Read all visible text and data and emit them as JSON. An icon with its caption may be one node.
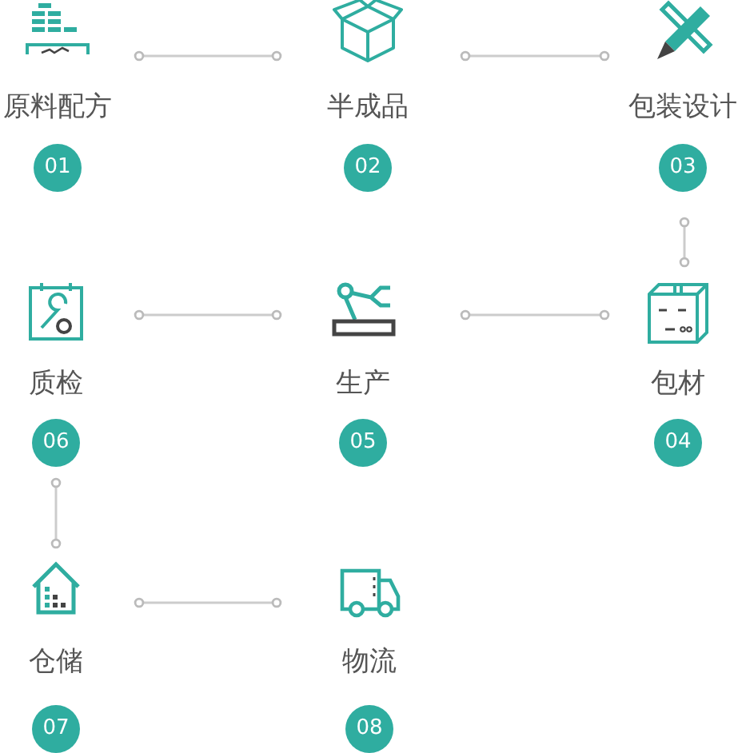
{
  "diagram": {
    "nodes": [
      {
        "text": [
          "原料配方",
          "01"
        ]
      },
      {
        "text": [
          "半成品",
          "02"
        ]
      },
      {
        "text": [
          "包装设计",
          "03"
        ]
      },
      {
        "text": [
          "包材",
          "04"
        ]
      },
      {
        "text": [
          "生产",
          "05"
        ]
      },
      {
        "text": [
          "质检",
          "06"
        ]
      },
      {
        "text": [
          "仓储",
          "07"
        ]
      },
      {
        "text": [
          "物流",
          "08"
        ]
      }
    ],
    "edges": [
      {
        "from": 0,
        "to": 1,
        "arrow": "other"
      },
      {
        "from": 1,
        "to": 2,
        "arrow": "other"
      },
      {
        "from": 2,
        "to": 3,
        "arrow": "other"
      },
      {
        "from": 3,
        "to": 4,
        "arrow": "other"
      },
      {
        "from": 4,
        "to": 5,
        "arrow": "other"
      },
      {
        "from": 5,
        "to": 6,
        "arrow": "other"
      },
      {
        "from": 6,
        "to": 7,
        "arrow": "other"
      }
    ]
  }
}
